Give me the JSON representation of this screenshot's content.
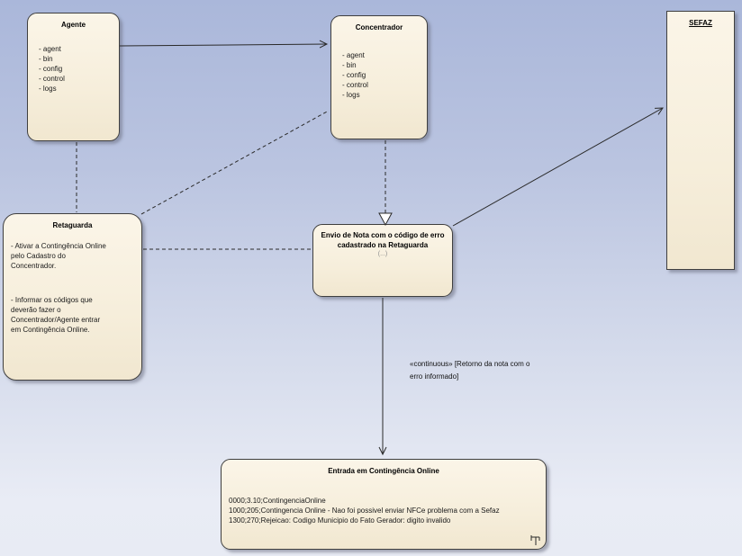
{
  "diagram": {
    "background_top": "#aab7da",
    "background_bottom": "#e8ebf4",
    "node_fill": "#f6eedb",
    "node_border": "#3f3f3f",
    "line_color": "#2a2a2a"
  },
  "nodes": {
    "agente": {
      "title": "Agente",
      "items": [
        "- agent",
        "- bin",
        "- config",
        "- control",
        "- logs"
      ]
    },
    "concentrador": {
      "title": "Concentrador",
      "items": [
        "- agent",
        "- bin",
        "- config",
        "- control",
        "- logs"
      ]
    },
    "sefaz": {
      "title": "SEFAZ"
    },
    "retaguarda": {
      "title": "Retaguarda",
      "paragraph1": "- Ativar a Contingência Online\npelo Cadastro do\nConcentrador.",
      "paragraph2": "- Informar os códigos que\ndeverão fazer o\nConcentrador/Agente entrar\nem Contingência Online."
    },
    "envio": {
      "title": "Envio de Nota com o código de erro\ncadastrado na Retaguarda",
      "subtitle": "(...)"
    },
    "entrada": {
      "title": "Entrada em Contingência Online",
      "lines": "0000;3.10;ContingenciaOnline\n1000;205;Contingencia Online - Nao foi possivel enviar NFCe problema com a Sefaz\n1300;270;Rejeicao: Codigo Municipio do Fato Gerador: digito invalido"
    }
  },
  "labels": {
    "continuous": "«continuous» [Retorno da nota com o\nerro informado]"
  }
}
